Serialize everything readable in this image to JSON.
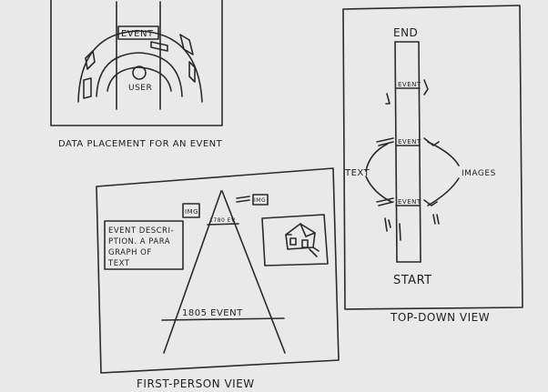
{
  "panels": {
    "data_placement": {
      "caption": "DATA PLACEMENT FOR AN EVENT",
      "event_label": "EVENT",
      "user_label": "USER"
    },
    "top_down": {
      "caption": "TOP-DOWN VIEW",
      "end_label": "END",
      "start_label": "START",
      "text_label": "TEXT",
      "images_label": "IMAGES",
      "event_labels": [
        "EVENT",
        "EVENT",
        "EVENT"
      ]
    },
    "first_person": {
      "caption": "FIRST-PERSON VIEW",
      "description_lines": [
        "EVENT DESCRI-",
        "PTION. A PARA",
        "GRAPH OF",
        "TEXT"
      ],
      "img_labels": [
        "IMG",
        "IMG"
      ],
      "far_event_label": "1780 EV",
      "near_event_label": "1805 EVENT"
    }
  }
}
